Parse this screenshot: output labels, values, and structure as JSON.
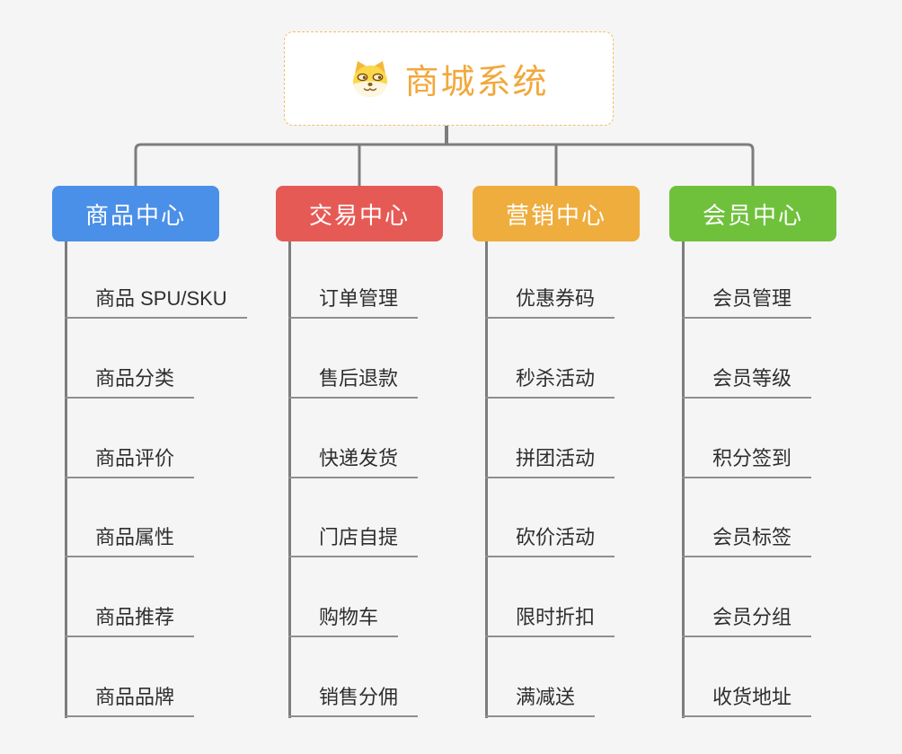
{
  "title": "商城系统脑图",
  "root": {
    "label": "商城系统",
    "icon": "dog-face-icon",
    "text_color": "#F1A83C",
    "border_color": "#F3BC66"
  },
  "connector_color": "#7D7D7D",
  "underline_color": "#8F8F8F",
  "background_color": "#F5F5F5",
  "branches": [
    {
      "label": "商品中心",
      "color": "#4A90E8",
      "children": [
        "商品 SPU/SKU",
        "商品分类",
        "商品评价",
        "商品属性",
        "商品推荐",
        "商品品牌"
      ]
    },
    {
      "label": "交易中心",
      "color": "#E65A56",
      "children": [
        "订单管理",
        "售后退款",
        "快递发货",
        "门店自提",
        "购物车",
        "销售分佣"
      ]
    },
    {
      "label": "营销中心",
      "color": "#EFAD3E",
      "children": [
        "优惠券码",
        "秒杀活动",
        "拼团活动",
        "砍价活动",
        "限时折扣",
        "满减送"
      ]
    },
    {
      "label": "会员中心",
      "color": "#6FC13C",
      "children": [
        "会员管理",
        "会员等级",
        "积分签到",
        "会员标签",
        "会员分组",
        "收货地址"
      ]
    }
  ]
}
